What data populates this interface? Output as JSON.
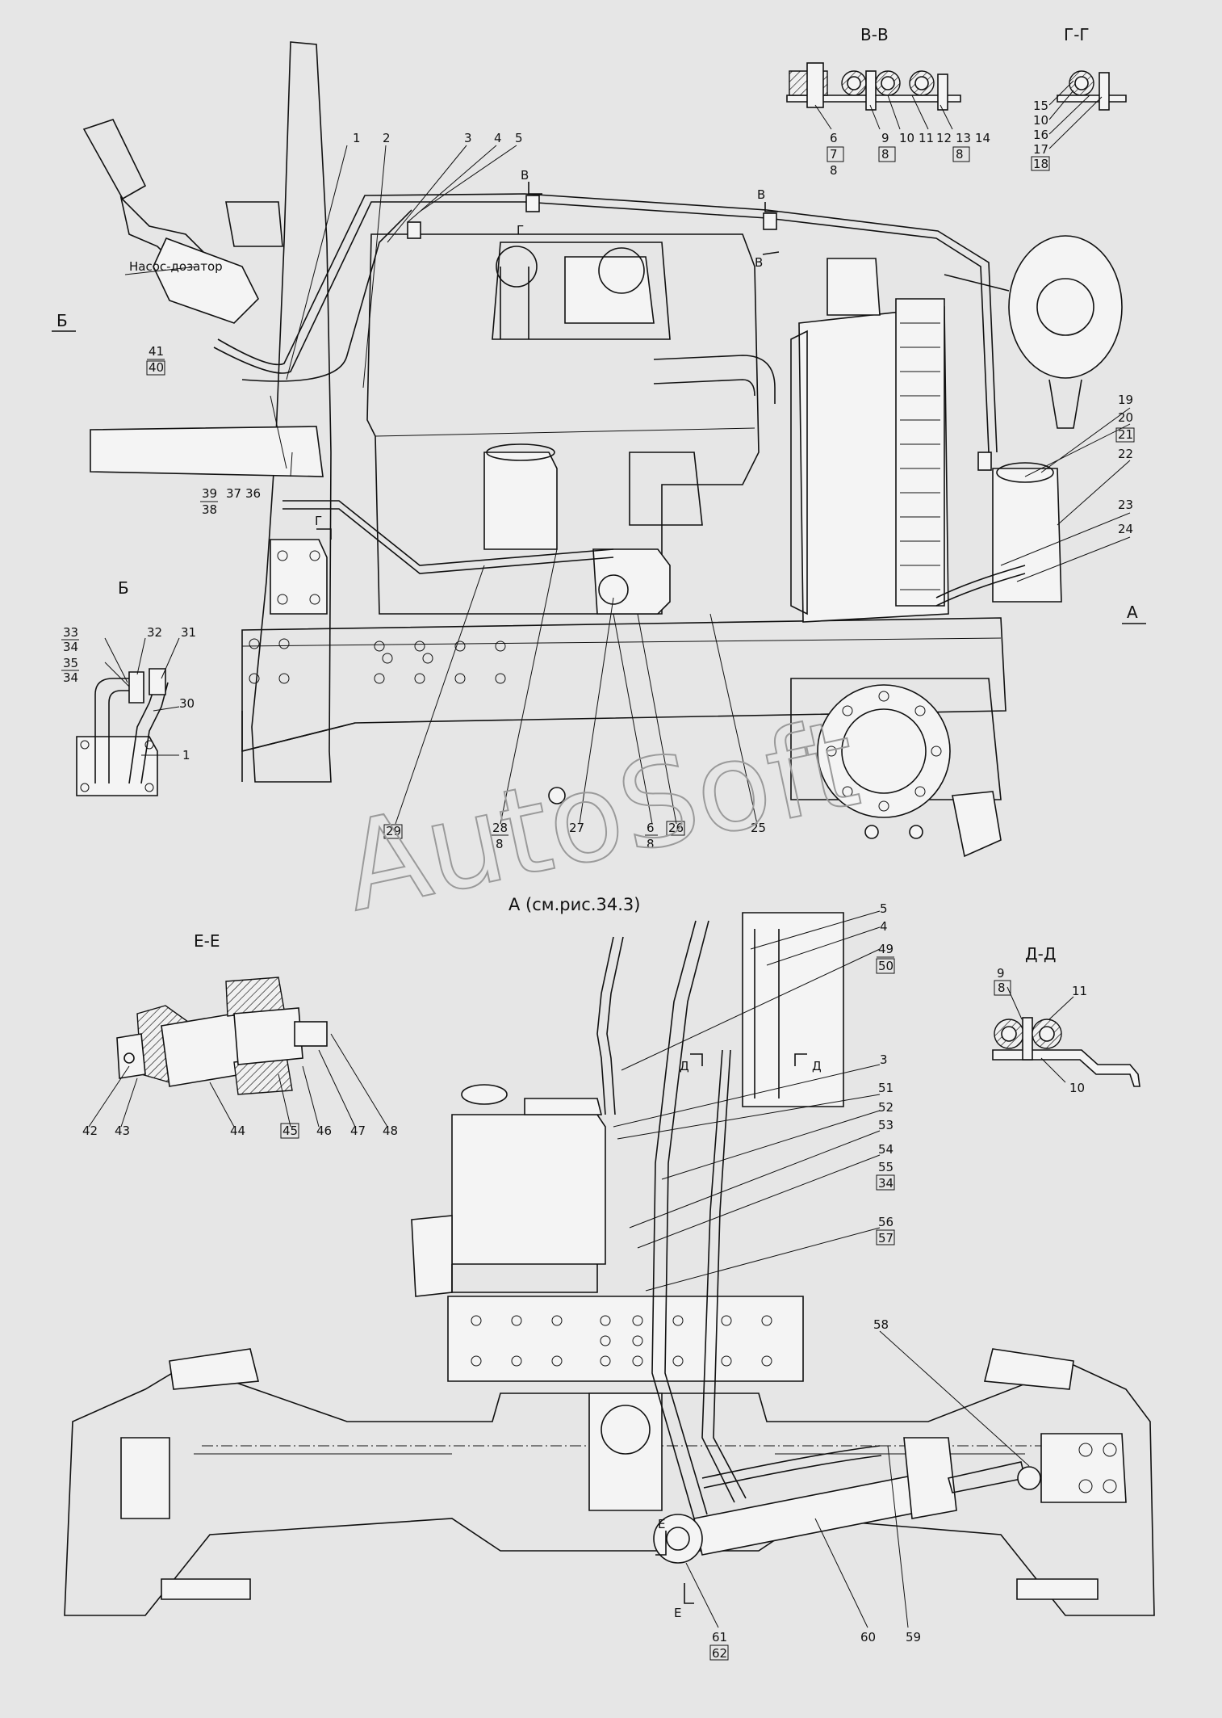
{
  "watermark": "AutoSoft",
  "callout_a": "А (см.рис.34.3)",
  "pump_note": "Насос-дозатор",
  "views": [
    "В-В",
    "Г-Г",
    "Б",
    "Б",
    "А",
    "Е-Е",
    "Д-Д"
  ],
  "section_marks": [
    "В",
    "В",
    "В",
    "Г",
    "Г",
    "Д",
    "Д",
    "Е",
    "Е"
  ],
  "top_labels": [
    "1",
    "2",
    "3",
    "4",
    "5",
    "41",
    "40",
    "39",
    "38",
    "37",
    "36",
    "19",
    "20",
    "21",
    "22",
    "23",
    "24",
    "29",
    "28",
    "8",
    "27",
    "6",
    "8",
    "26",
    "25"
  ],
  "vv_labels": [
    "6",
    "7",
    "8",
    "9",
    "8",
    "10",
    "11",
    "12",
    "13",
    "8",
    "14"
  ],
  "gg_labels": [
    "15",
    "10",
    "16",
    "17",
    "18"
  ],
  "b_labels": [
    "33",
    "34",
    "35",
    "34",
    "32",
    "31",
    "30",
    "1"
  ],
  "ee_labels": [
    "42",
    "43",
    "44",
    "45",
    "46",
    "47",
    "48"
  ],
  "dd_labels": [
    "9",
    "8",
    "11",
    "10"
  ],
  "bottom_labels": [
    "5",
    "4",
    "49",
    "50",
    "3",
    "51",
    "52",
    "53",
    "54",
    "55",
    "34",
    "56",
    "57",
    "58",
    "59",
    "60",
    "61",
    "62"
  ]
}
